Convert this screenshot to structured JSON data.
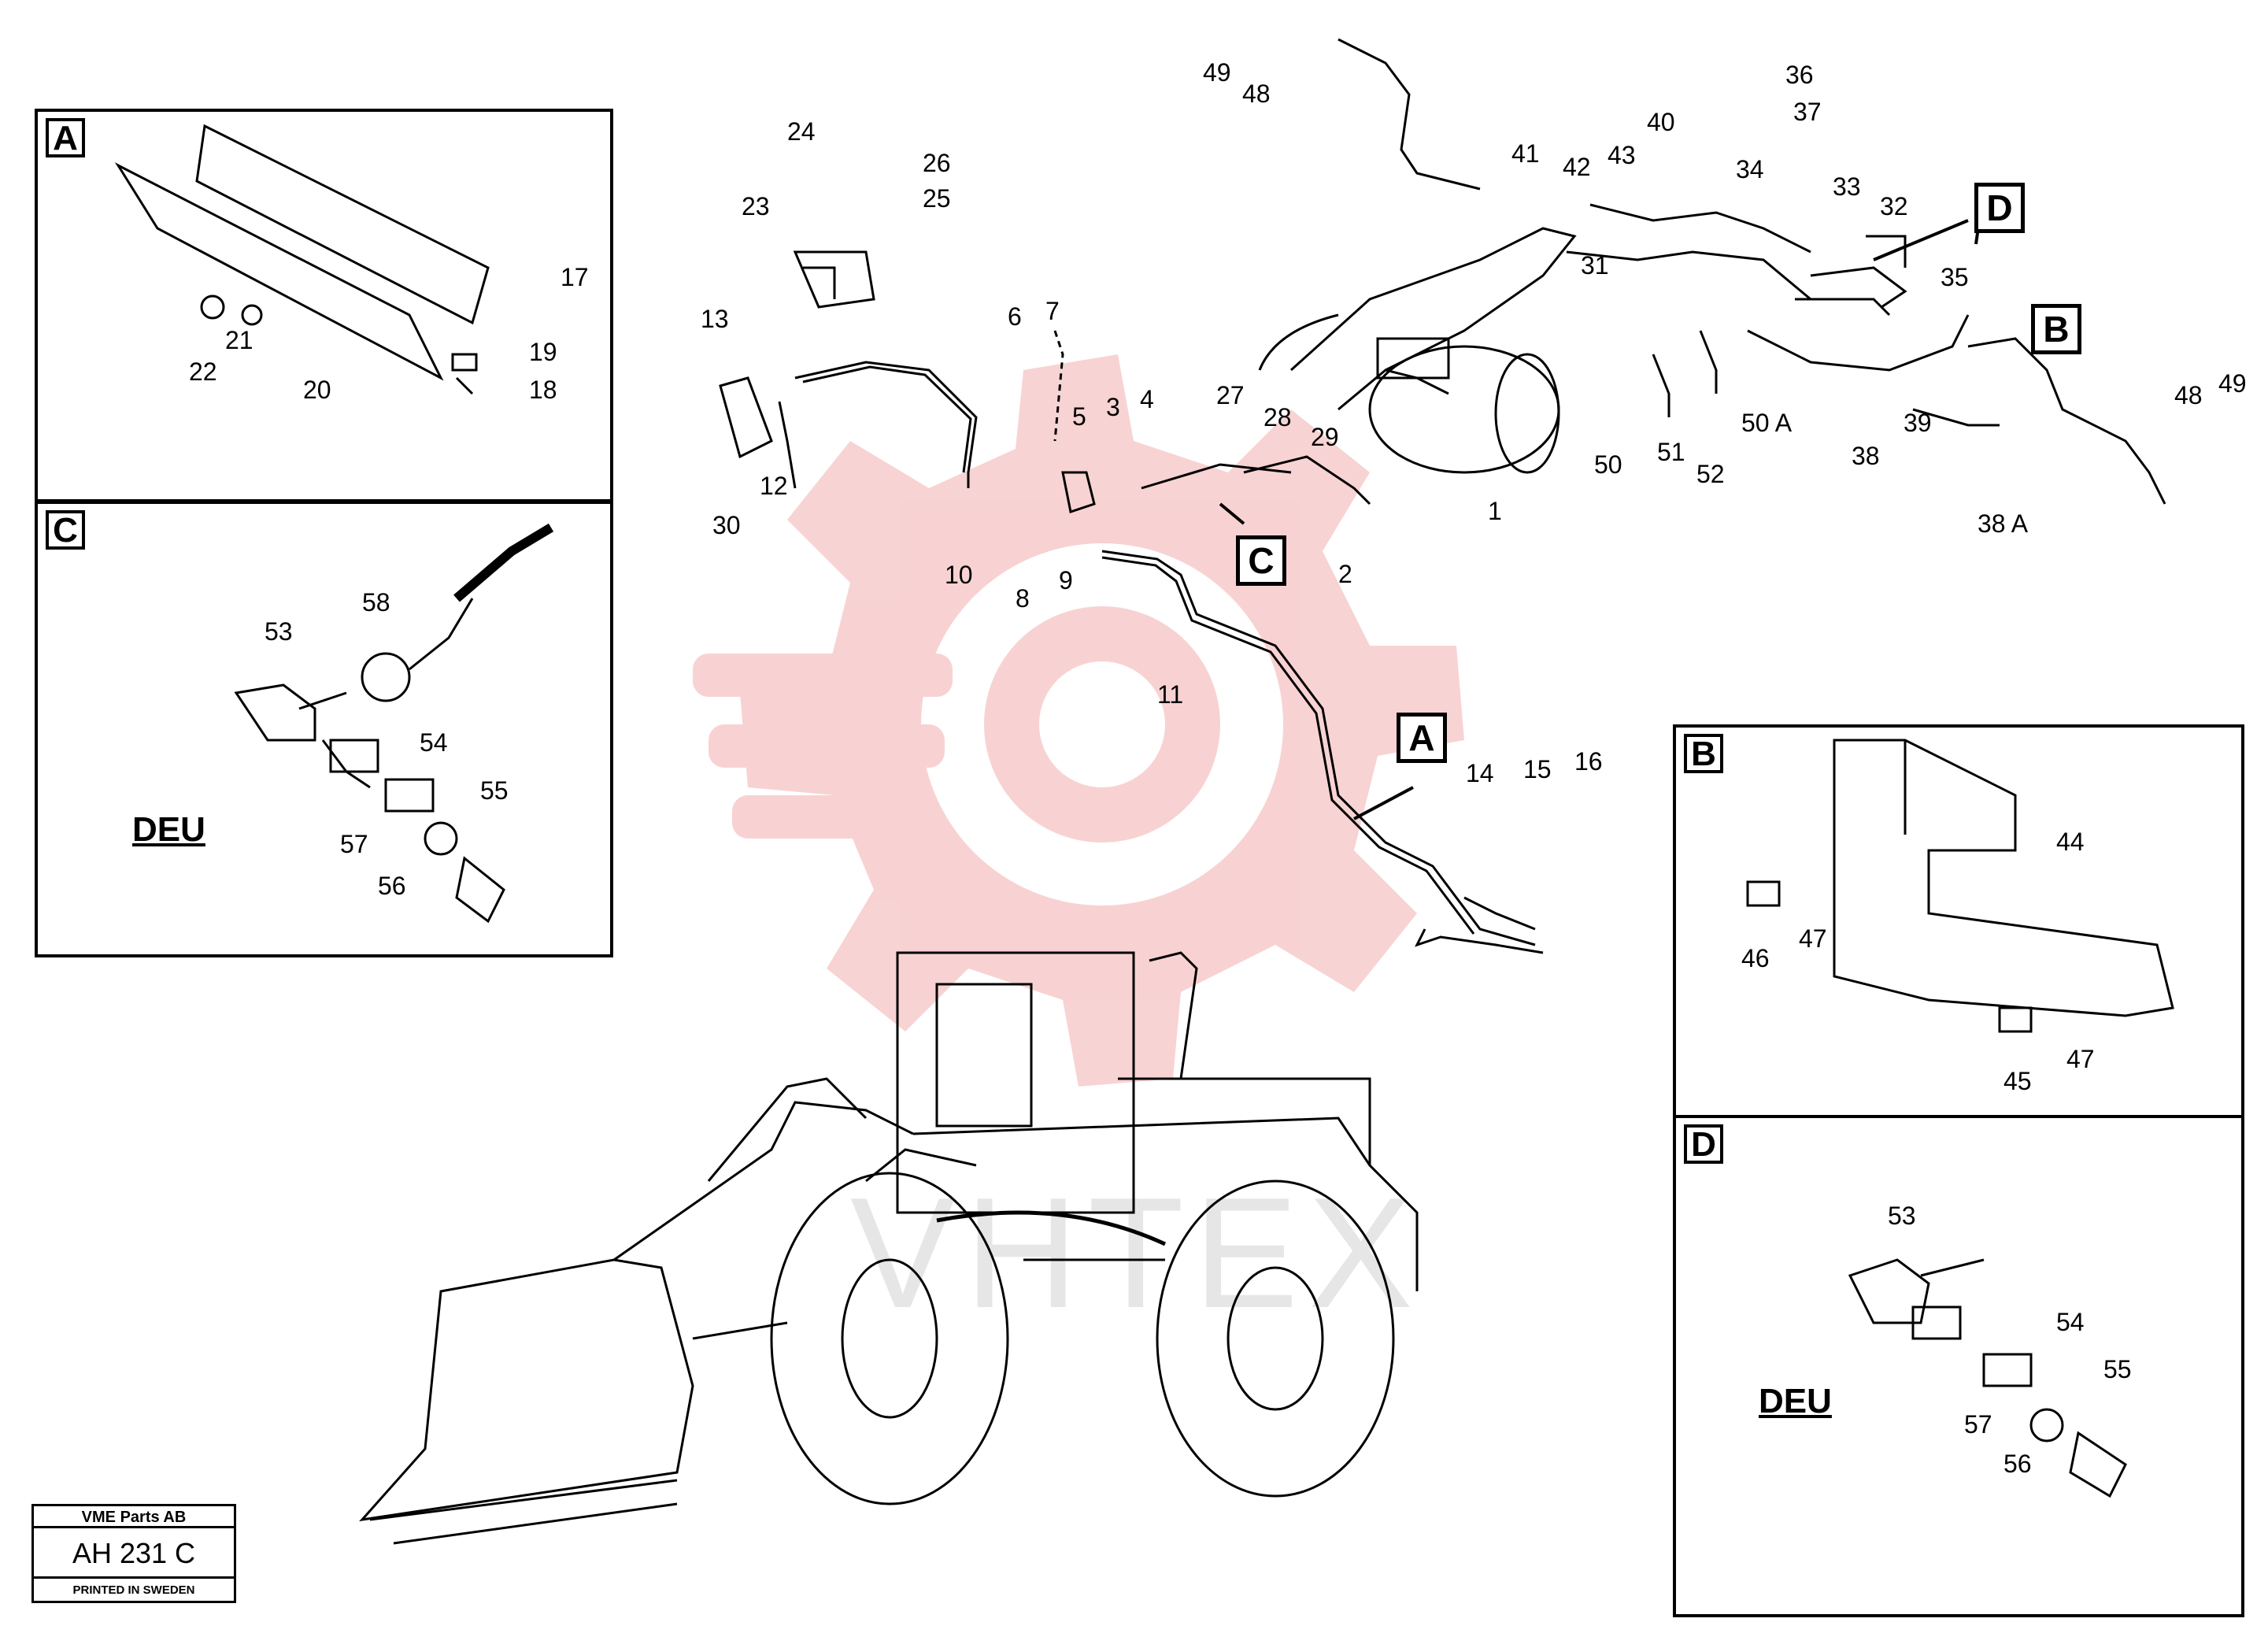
{
  "panels": {
    "A": {
      "letter": "A"
    },
    "B": {
      "letter": "B"
    },
    "C": {
      "letter": "C",
      "deu": "DEU"
    },
    "D": {
      "letter": "D",
      "deu": "DEU"
    }
  },
  "callouts": {
    "A": "A",
    "B": "B",
    "C": "C",
    "D": "D"
  },
  "labels": {
    "p1": "1",
    "p2": "2",
    "p3": "3",
    "p4": "4",
    "p5": "5",
    "p6": "6",
    "p7": "7",
    "p8": "8",
    "p9": "9",
    "p10": "10",
    "p11": "11",
    "p12": "12",
    "p13": "13",
    "p14": "14",
    "p15": "15",
    "p16": "16",
    "p17": "17",
    "p18": "18",
    "p19": "19",
    "p20": "20",
    "p21": "21",
    "p22": "22",
    "p23": "23",
    "p24": "24",
    "p25": "25",
    "p26": "26",
    "p27": "27",
    "p28": "28",
    "p29": "29",
    "p30": "30",
    "p31": "31",
    "p32": "32",
    "p33": "33",
    "p34": "34",
    "p35": "35",
    "p36": "36",
    "p37": "37",
    "p38": "38",
    "p38a": "38 A",
    "p39": "39",
    "p40": "40",
    "p41": "41",
    "p42": "42",
    "p43": "43",
    "p44": "44",
    "p45": "45",
    "p46": "46",
    "p47a": "47",
    "p47b": "47",
    "p48a": "48",
    "p48b": "48",
    "p49a": "49",
    "p49b": "49",
    "p50": "50",
    "p50a": "50 A",
    "p51": "51",
    "p52": "52",
    "c53": "53",
    "c54": "54",
    "c55": "55",
    "c56": "56",
    "c57": "57",
    "c58": "58",
    "d53": "53",
    "d54": "54",
    "d55": "55",
    "d56": "56",
    "d57": "57"
  },
  "stamp": {
    "company": "VME Parts AB",
    "code": "AH 231 C",
    "printed": "PRINTED IN SWEDEN"
  },
  "watermark": {
    "text": "VHTEX",
    "color": "#f4b6b6"
  }
}
